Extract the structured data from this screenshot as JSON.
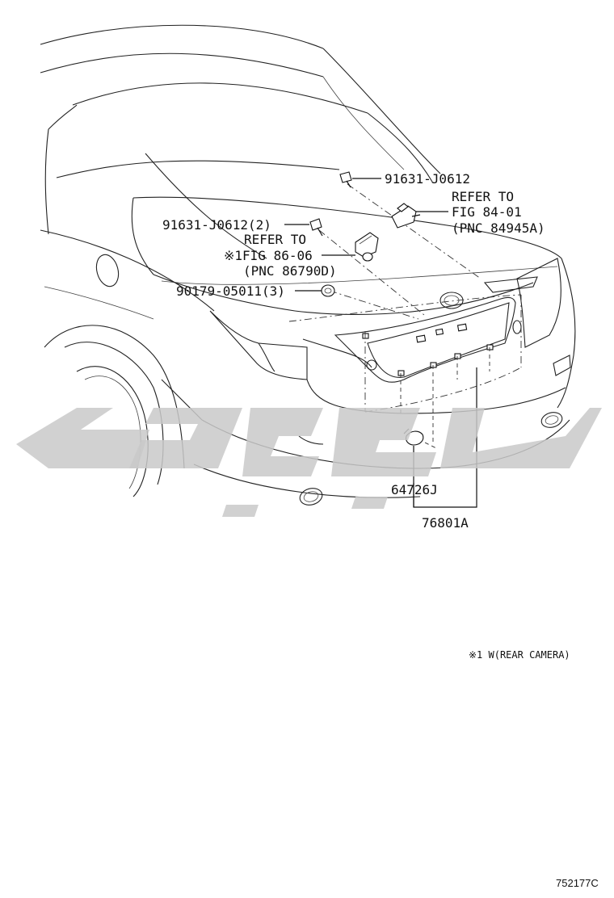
{
  "callouts": {
    "p1": "91631-J0612",
    "p2": "91631-J0612(2)",
    "p3": "90179-05011(3)",
    "p4": "64726J",
    "p5": "76801A"
  },
  "refers": {
    "r1": {
      "line1": "REFER TO",
      "line2": "FIG 84-01",
      "line3": "(PNC 84945A)"
    },
    "r2": {
      "line1": "REFER TO",
      "line2": "※1FIG 86-06",
      "line3": "(PNC 86790D)"
    }
  },
  "note": "※1 W(REAR CAMERA)",
  "figure_id": "752177C"
}
